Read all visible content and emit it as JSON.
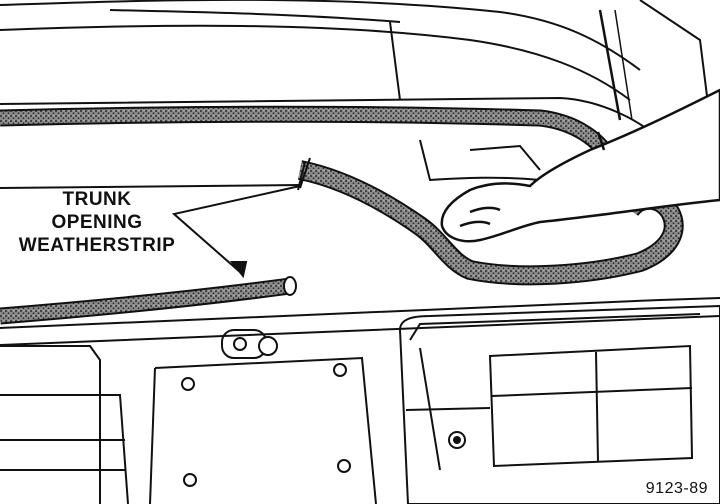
{
  "diagram": {
    "callout": {
      "lines": [
        "TRUNK",
        "OPENING",
        "WEATHERSTRIP"
      ]
    },
    "figure_number": "9123-89"
  },
  "colors": {
    "ink": "#111111",
    "paper": "#ffffff",
    "seal_fill": "#555555"
  }
}
